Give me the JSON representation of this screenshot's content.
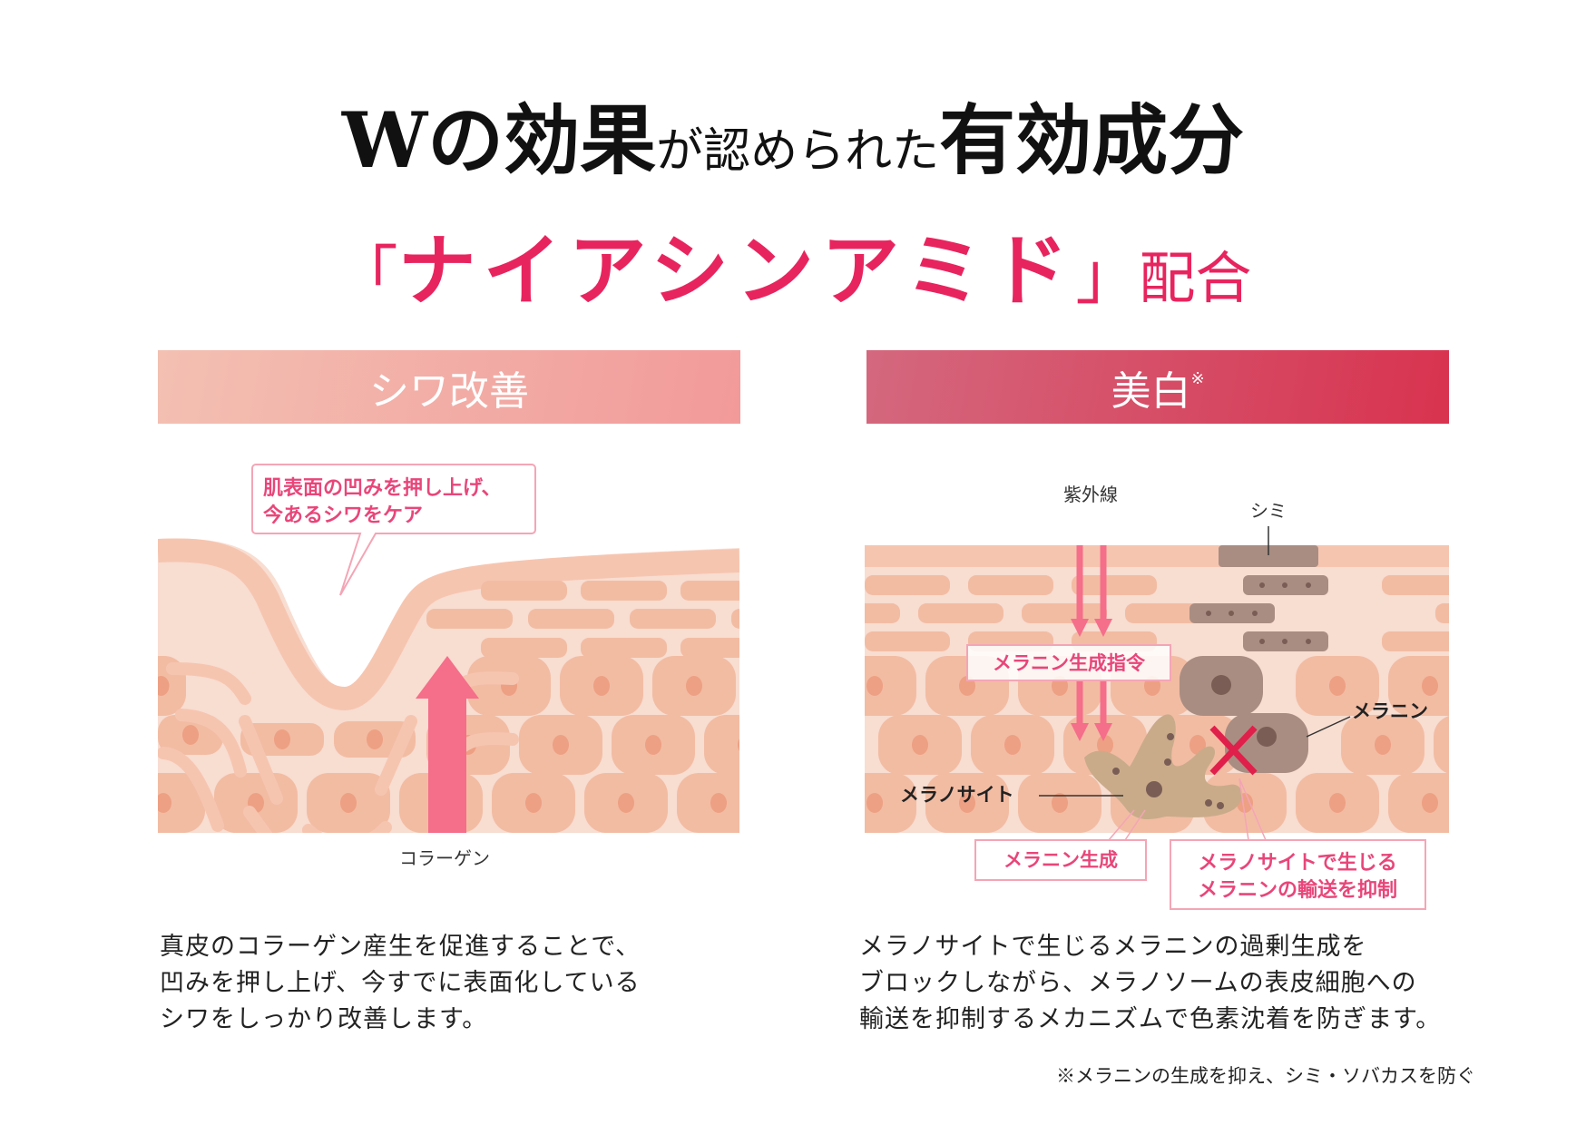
{
  "heading": {
    "line1": [
      {
        "text": "Wの効果",
        "style": "big"
      },
      {
        "text": "が認められた",
        "style": "small"
      },
      {
        "text": "有効成分",
        "style": "big"
      }
    ],
    "line2": {
      "open": "「",
      "ingredient": "ナイアシンアミド",
      "close": "」",
      "suffix": "配合"
    }
  },
  "left_panel": {
    "banner": "シワ改善",
    "callout": [
      "肌表面の凹みを押し上げ、",
      "今あるシワをケア"
    ],
    "arrow_label": "コラーゲン",
    "description": [
      "真皮のコラーゲン産生を促進することで、",
      "凹みを押し上げ、今すでに表面化している",
      "シワをしっかり改善します。"
    ]
  },
  "right_panel": {
    "banner": "美白",
    "banner_mark": "※",
    "labels": {
      "uv": "紫外線",
      "spot": "シミ",
      "melanin": "メラニン",
      "melanocyte": "メラノサイト",
      "instruction": "メラニン生成指令",
      "production": "メラニン生成",
      "suppress": [
        "メラノサイトで生じる",
        "メラニンの輸送を抑制"
      ]
    },
    "description": [
      "メラノサイトで生じるメラニンの過剰生成を",
      "ブロックしながら、メラノソームの表皮細胞への",
      "輸送を抑制するメカニズムで色素沈着を防ぎます。"
    ]
  },
  "footnote": "※メラニンの生成を抑え、シミ・ソバカスを防ぐ",
  "colors": {
    "accent": "#e8245e",
    "arrow": "#f56e8a",
    "skin": "#f8ddd1",
    "cell": "#f2bca3",
    "nucleus": "#eda083",
    "pigment": "#a98d82"
  }
}
